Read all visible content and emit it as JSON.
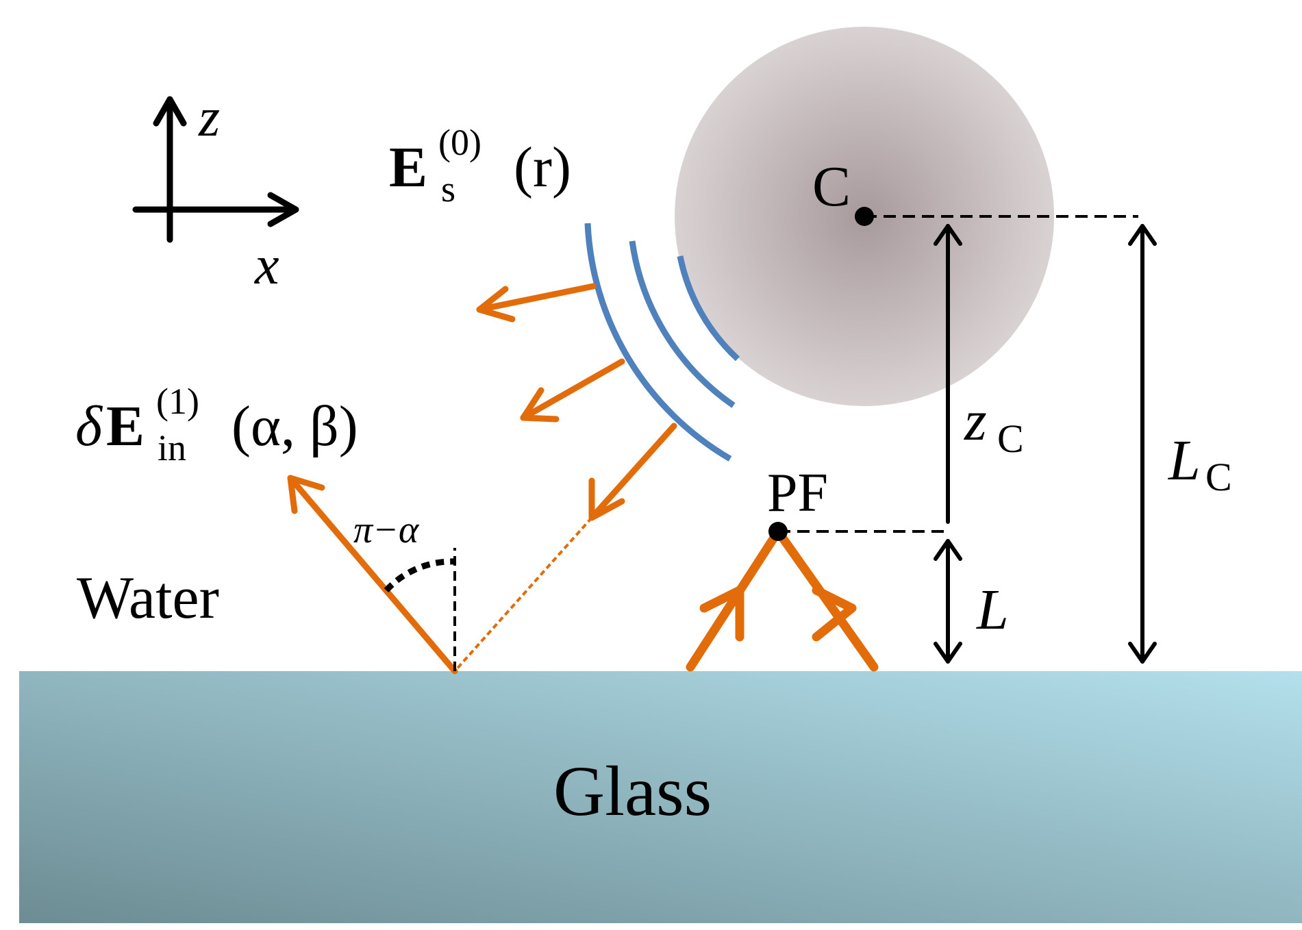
{
  "axes": {
    "z_label": "z",
    "x_label": "x"
  },
  "labels": {
    "scattered_field": {
      "main": "E",
      "sub": "s",
      "sup": "(0)",
      "arg": "(r)"
    },
    "incident_field": {
      "prefix": "δ",
      "main": "E",
      "sub": "in",
      "sup": "(1)",
      "arg": "(α, β)"
    },
    "angle": "π−α",
    "water": "Water",
    "glass": "Glass",
    "center": "C",
    "focus": "PF",
    "zc": {
      "main": "z",
      "sub": "C"
    },
    "lc": {
      "main": "L",
      "sub": "C"
    },
    "l": "L"
  },
  "colors": {
    "arrow": "#E36C0A",
    "wavefront": "#4F81BD",
    "particle_center": "#A89A9C",
    "particle_edge": "#D9D2D3",
    "glass_left": "#6D8C93",
    "glass_right": "#B3E0EC",
    "ink": "#000000"
  }
}
